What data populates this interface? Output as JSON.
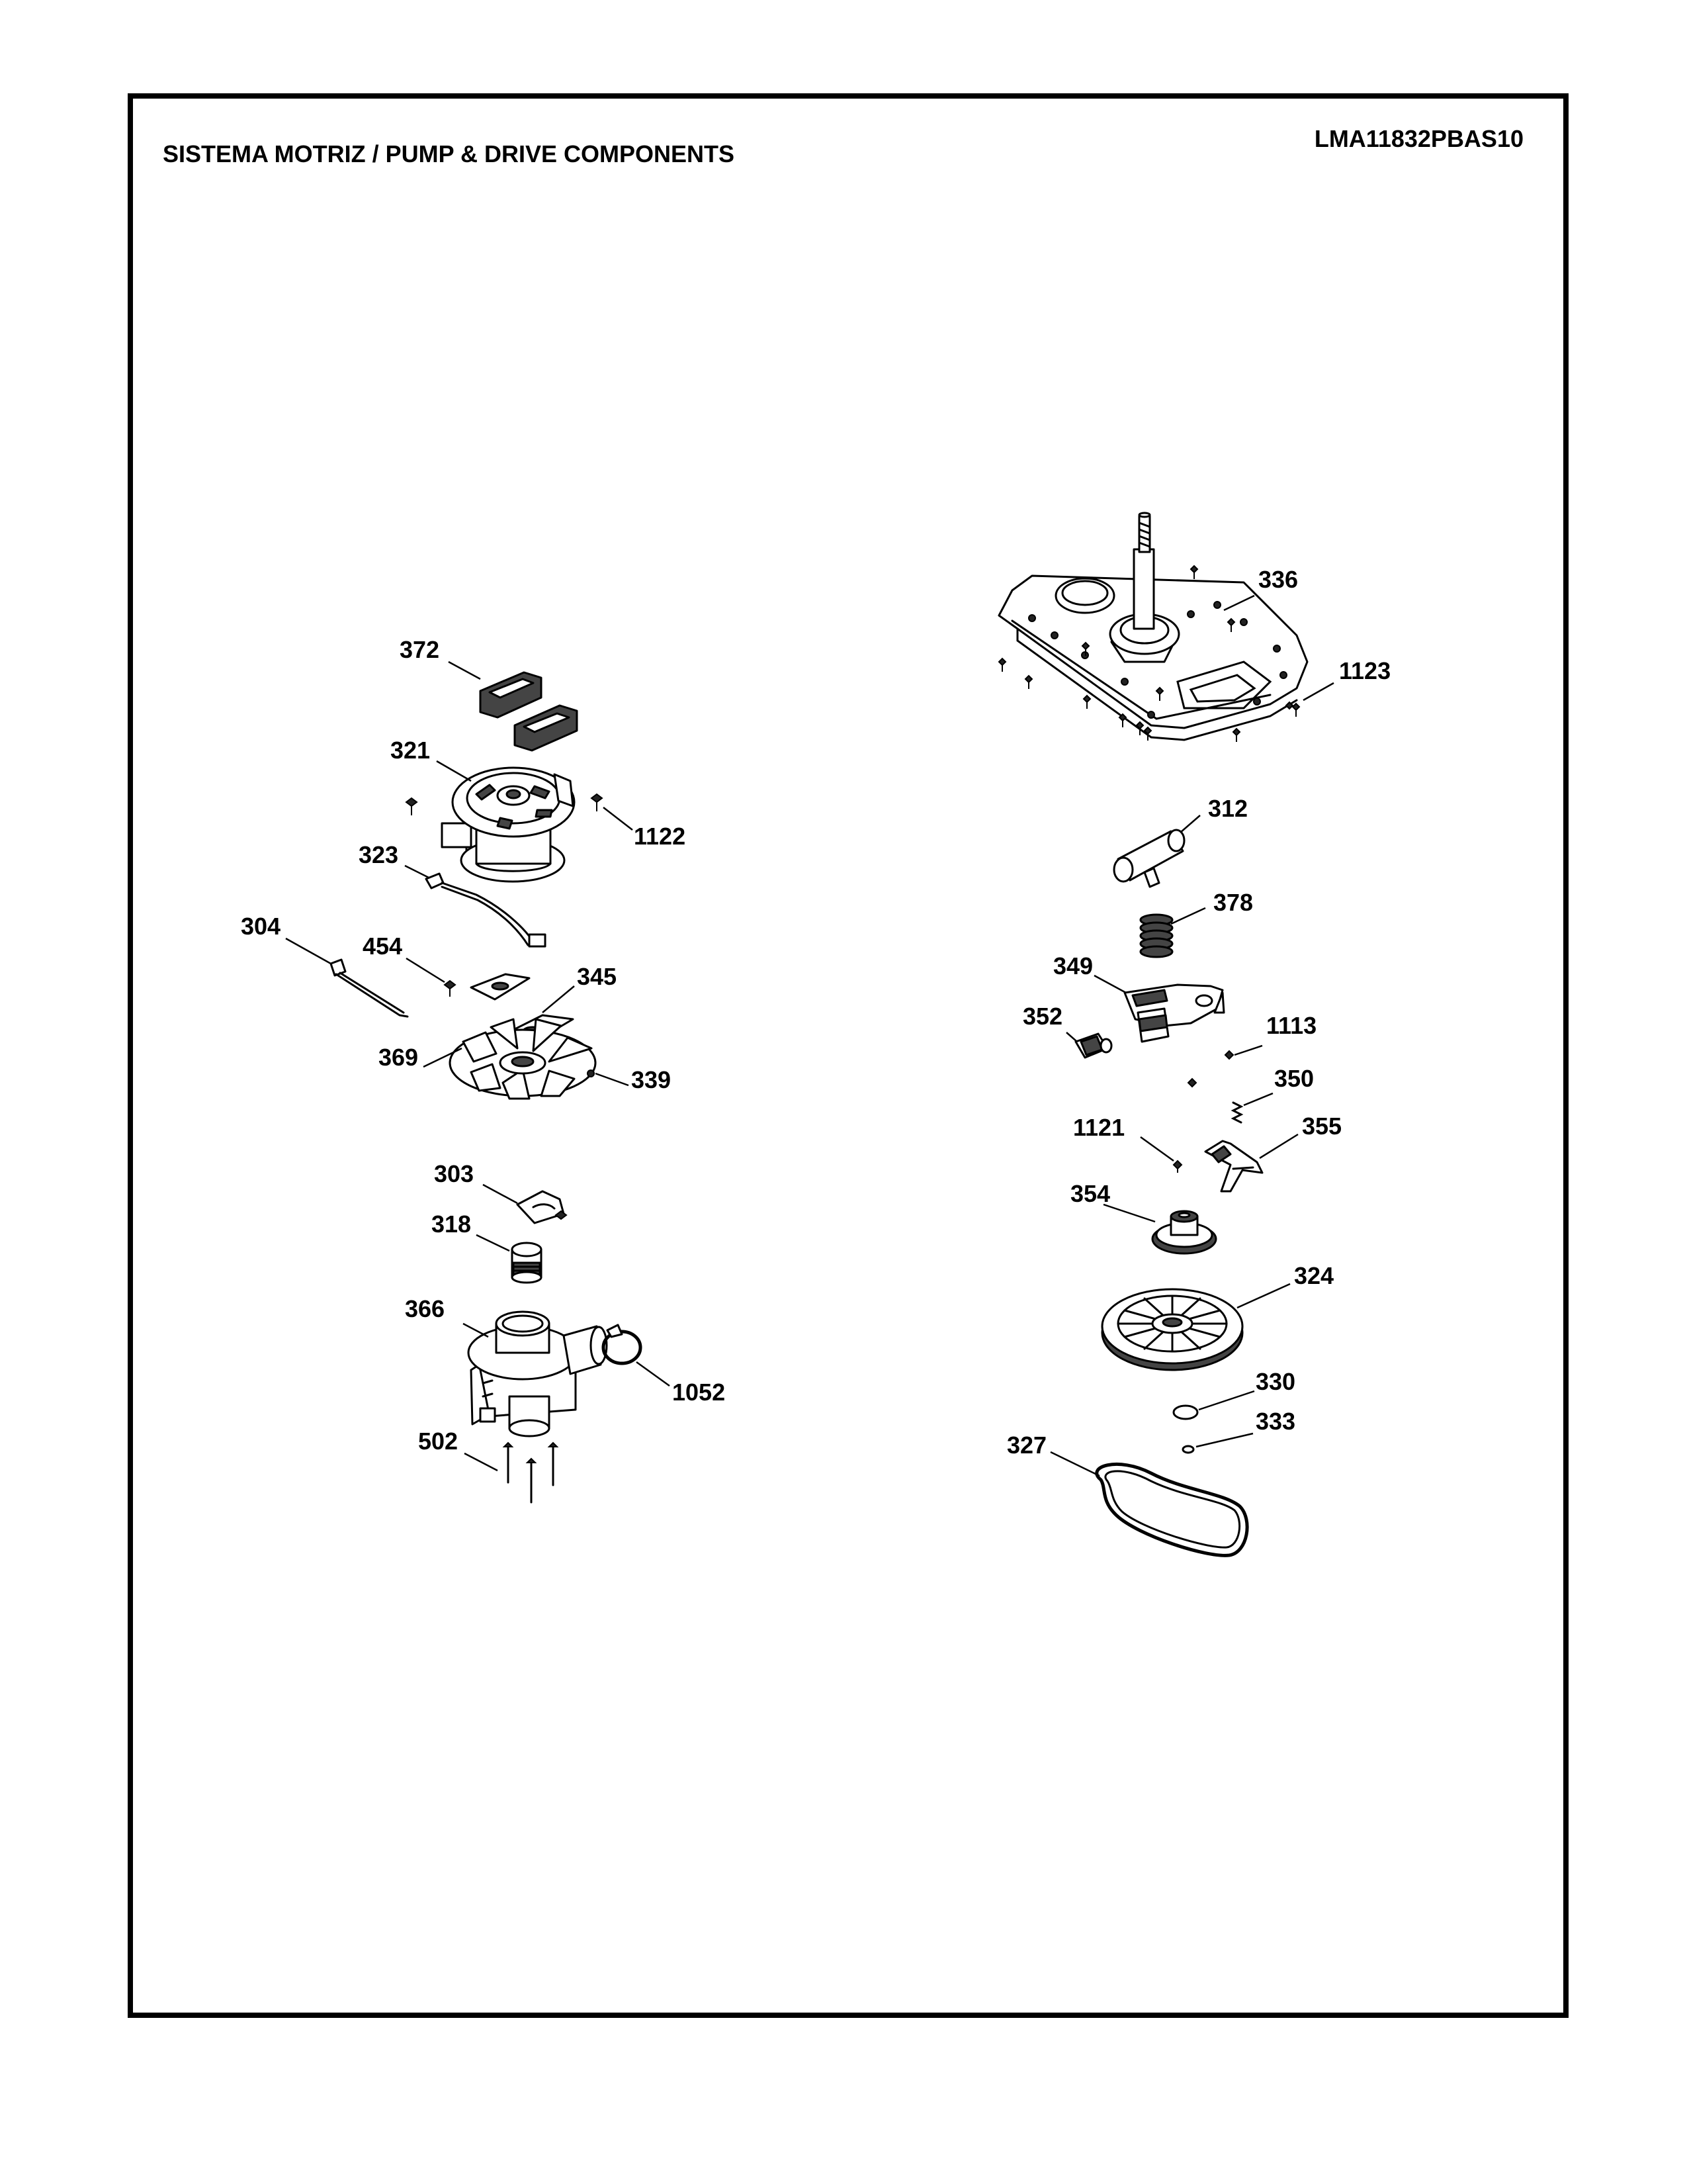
{
  "header": {
    "title": "SISTEMA MOTRIZ / PUMP  &  DRIVE COMPONENTS",
    "model": "LMA11832PBAS10"
  },
  "callouts": {
    "c372": "372",
    "c321": "321",
    "c1122": "1122",
    "c323": "323",
    "c304": "304",
    "c454": "454",
    "c345": "345",
    "c369": "369",
    "c339": "339",
    "c303": "303",
    "c318": "318",
    "c366": "366",
    "c1052": "1052",
    "c502": "502",
    "c336": "336",
    "c1123": "1123",
    "c312": "312",
    "c378": "378",
    "c349": "349",
    "c352": "352",
    "c1113": "1113",
    "c350": "350",
    "c1121": "1121",
    "c355": "355",
    "c354": "354",
    "c324": "324",
    "c330": "330",
    "c333": "333",
    "c327": "327"
  }
}
